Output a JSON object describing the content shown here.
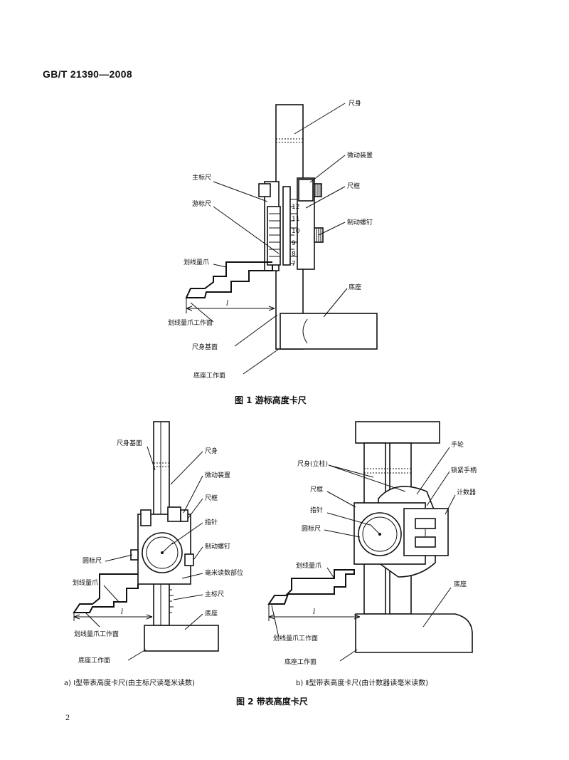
{
  "header": {
    "standard_no": "GB/T 21390—2008"
  },
  "figure1": {
    "caption": "图 1   游标高度卡尺",
    "labels": {
      "ruler_body": "尺身",
      "fine_adjust": "微动装置",
      "main_scale": "主标尺",
      "frame": "尺框",
      "vernier": "游标尺",
      "clamp_screw": "制动螺钉",
      "scribe_jaw": "划线量爪",
      "base": "底座",
      "scribe_face": "划线量爪工作面",
      "ruler_ref": "尺身基面",
      "base_face": "底座工作面"
    },
    "scale_numbers": [
      "12",
      "11",
      "10",
      "9",
      "8",
      "7"
    ],
    "dimension": "l"
  },
  "figure2": {
    "caption": "图 2   带表高度卡尺",
    "a": {
      "caption": "a)   Ⅰ型带表高度卡尺(由主标尺读毫米读数)",
      "labels": {
        "ruler_ref": "尺身基面",
        "ruler_body": "尺身",
        "fine_adjust": "微动装置",
        "frame": "尺框",
        "pointer": "指针",
        "dial": "圆标尺",
        "clamp_screw": "制动螺钉",
        "mm_reading": "毫米读数部位",
        "scribe_jaw": "划线量爪",
        "main_scale": "主标尺",
        "base": "底座",
        "scribe_face": "划线量爪工作面",
        "base_face": "底座工作面"
      },
      "dimension": "l"
    },
    "b": {
      "caption": "b)   Ⅱ型带表高度卡尺(由计数器读毫米读数)",
      "labels": {
        "hand_wheel": "手轮",
        "ruler_column": "尺身(立柱)",
        "lock_handle": "锁紧手柄",
        "frame": "尺框",
        "counter": "计数器",
        "pointer": "指针",
        "dial": "圆标尺",
        "scribe_jaw": "划线量爪",
        "base": "底座",
        "scribe_face": "划线量爪工作面",
        "base_face": "底座工作面"
      },
      "dimension": "l"
    }
  },
  "footer": {
    "page_number": "2"
  }
}
